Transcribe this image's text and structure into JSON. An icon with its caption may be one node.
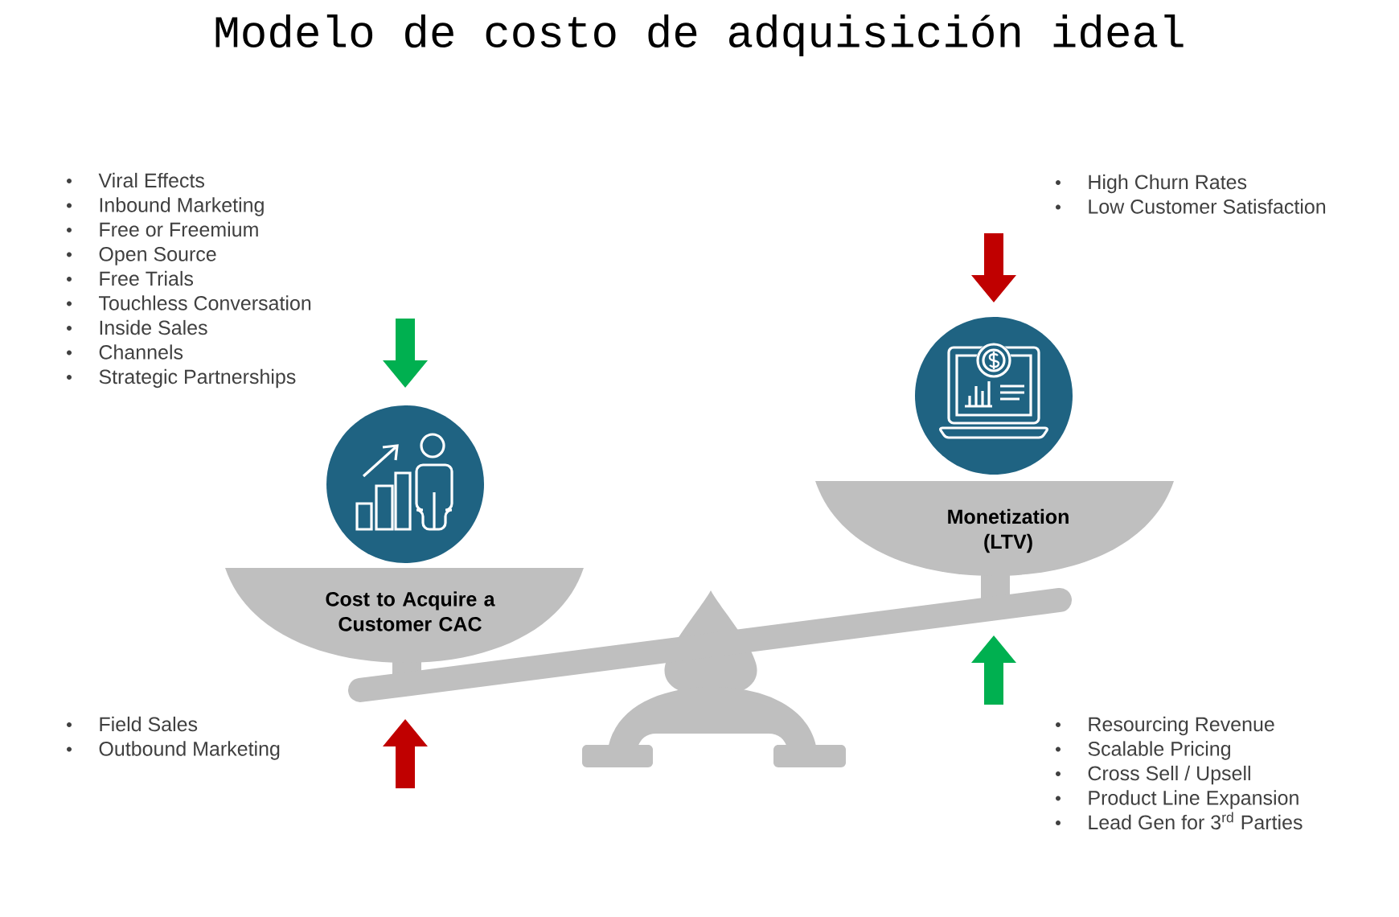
{
  "diagram": {
    "title": "Modelo de costo de adquisición ideal",
    "nodes": [
      {
        "text": [
          "Cost to Acquire a Customer CAC"
        ]
      },
      {
        "text": [
          "Monetization (LTV)"
        ]
      }
    ],
    "labels": [
      "Viral Effects",
      "Inbound Marketing",
      "Free or Freemium",
      "Open Source",
      "Free Trials",
      "Touchless Conversation",
      "Inside Sales",
      "Channels",
      "Strategic Partnerships",
      "High Churn Rates",
      "Low Customer Satisfaction",
      "Field Sales",
      "Outbound Marketing",
      "Resourcing Revenue",
      "Scalable Pricing",
      "Cross Sell / Upsell",
      "Product Line Expansion",
      "Lead Gen for 3$^{rd}$ Parties"
    ]
  }
}
